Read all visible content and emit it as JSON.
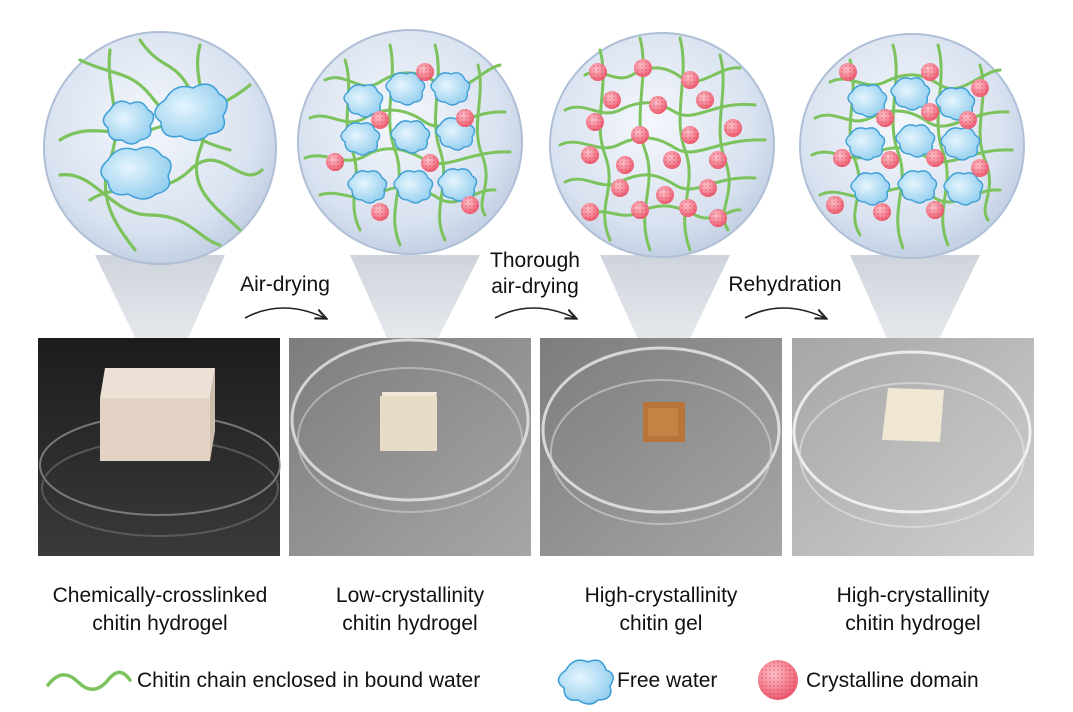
{
  "stages": [
    {
      "id": "s1",
      "line1": "Chemically-crosslinked",
      "line2": "chitin hydrogel",
      "has_water": true,
      "has_crystal": false
    },
    {
      "id": "s2",
      "line1": "Low-crystallinity",
      "line2": "chitin hydrogel",
      "has_water": true,
      "has_crystal": true
    },
    {
      "id": "s3",
      "line1": "High-crystallinity",
      "line2": "chitin gel",
      "has_water": false,
      "has_crystal": true
    },
    {
      "id": "s4",
      "line1": "High-crystallinity",
      "line2": "chitin hydrogel",
      "has_water": true,
      "has_crystal": true
    }
  ],
  "steps": [
    {
      "line1": "Air-drying",
      "line2": ""
    },
    {
      "line1": "Thorough",
      "line2": "air-drying"
    },
    {
      "line1": "Rehydration",
      "line2": ""
    }
  ],
  "legend": {
    "chain": "Chitin chain enclosed in bound water",
    "water": "Free water",
    "crystal": "Crystalline domain"
  },
  "colors": {
    "chain": "#7cc35e",
    "water_fill": "#a7d8f2",
    "water_edge": "#3d9fd6",
    "crystal": "#f06c7d",
    "bubble": "#d3dded"
  }
}
